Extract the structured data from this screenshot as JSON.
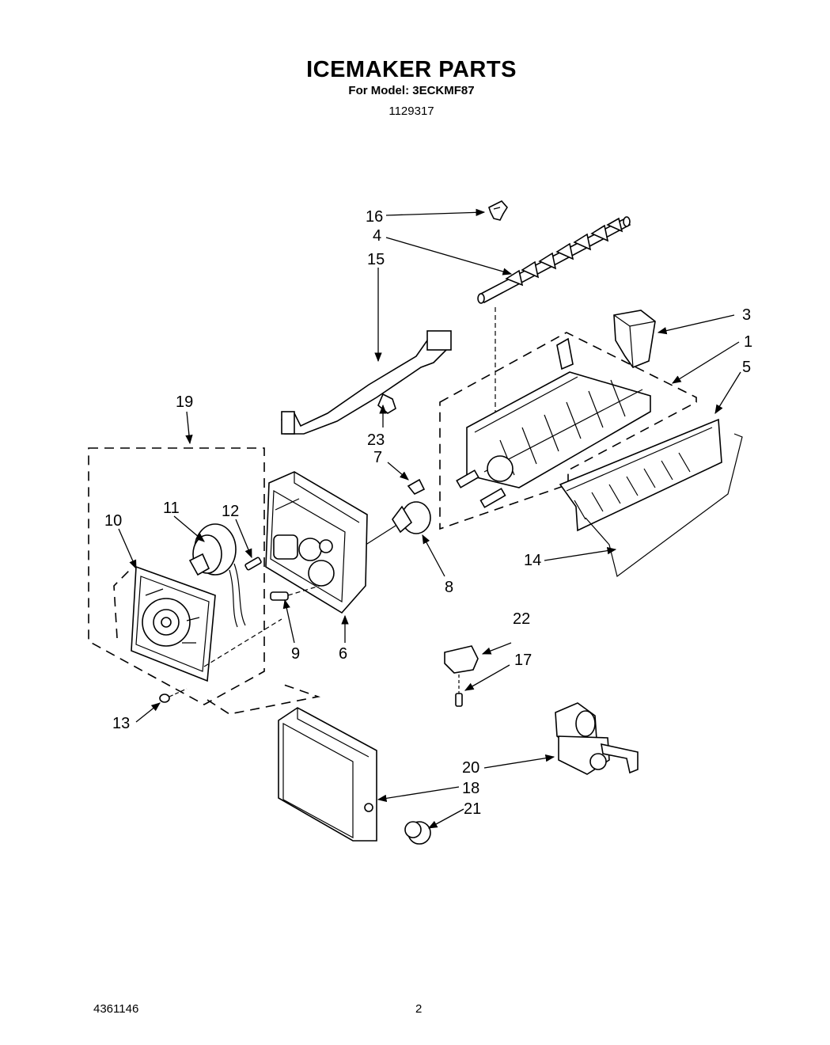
{
  "header": {
    "title": "ICEMAKER PARTS",
    "model_line": "For Model: 3ECKMF87",
    "doc_number": "1129317"
  },
  "callouts": {
    "c1": "1",
    "c3": "3",
    "c4": "4",
    "c5": "5",
    "c6": "6",
    "c7": "7",
    "c8": "8",
    "c9": "9",
    "c10": "10",
    "c11": "11",
    "c12": "12",
    "c13": "13",
    "c14": "14",
    "c15": "15",
    "c16": "16",
    "c17": "17",
    "c18": "18",
    "c19": "19",
    "c20": "20",
    "c21": "21",
    "c22": "22",
    "c23": "23"
  },
  "footer": {
    "part_number": "4361146",
    "page": "2"
  }
}
